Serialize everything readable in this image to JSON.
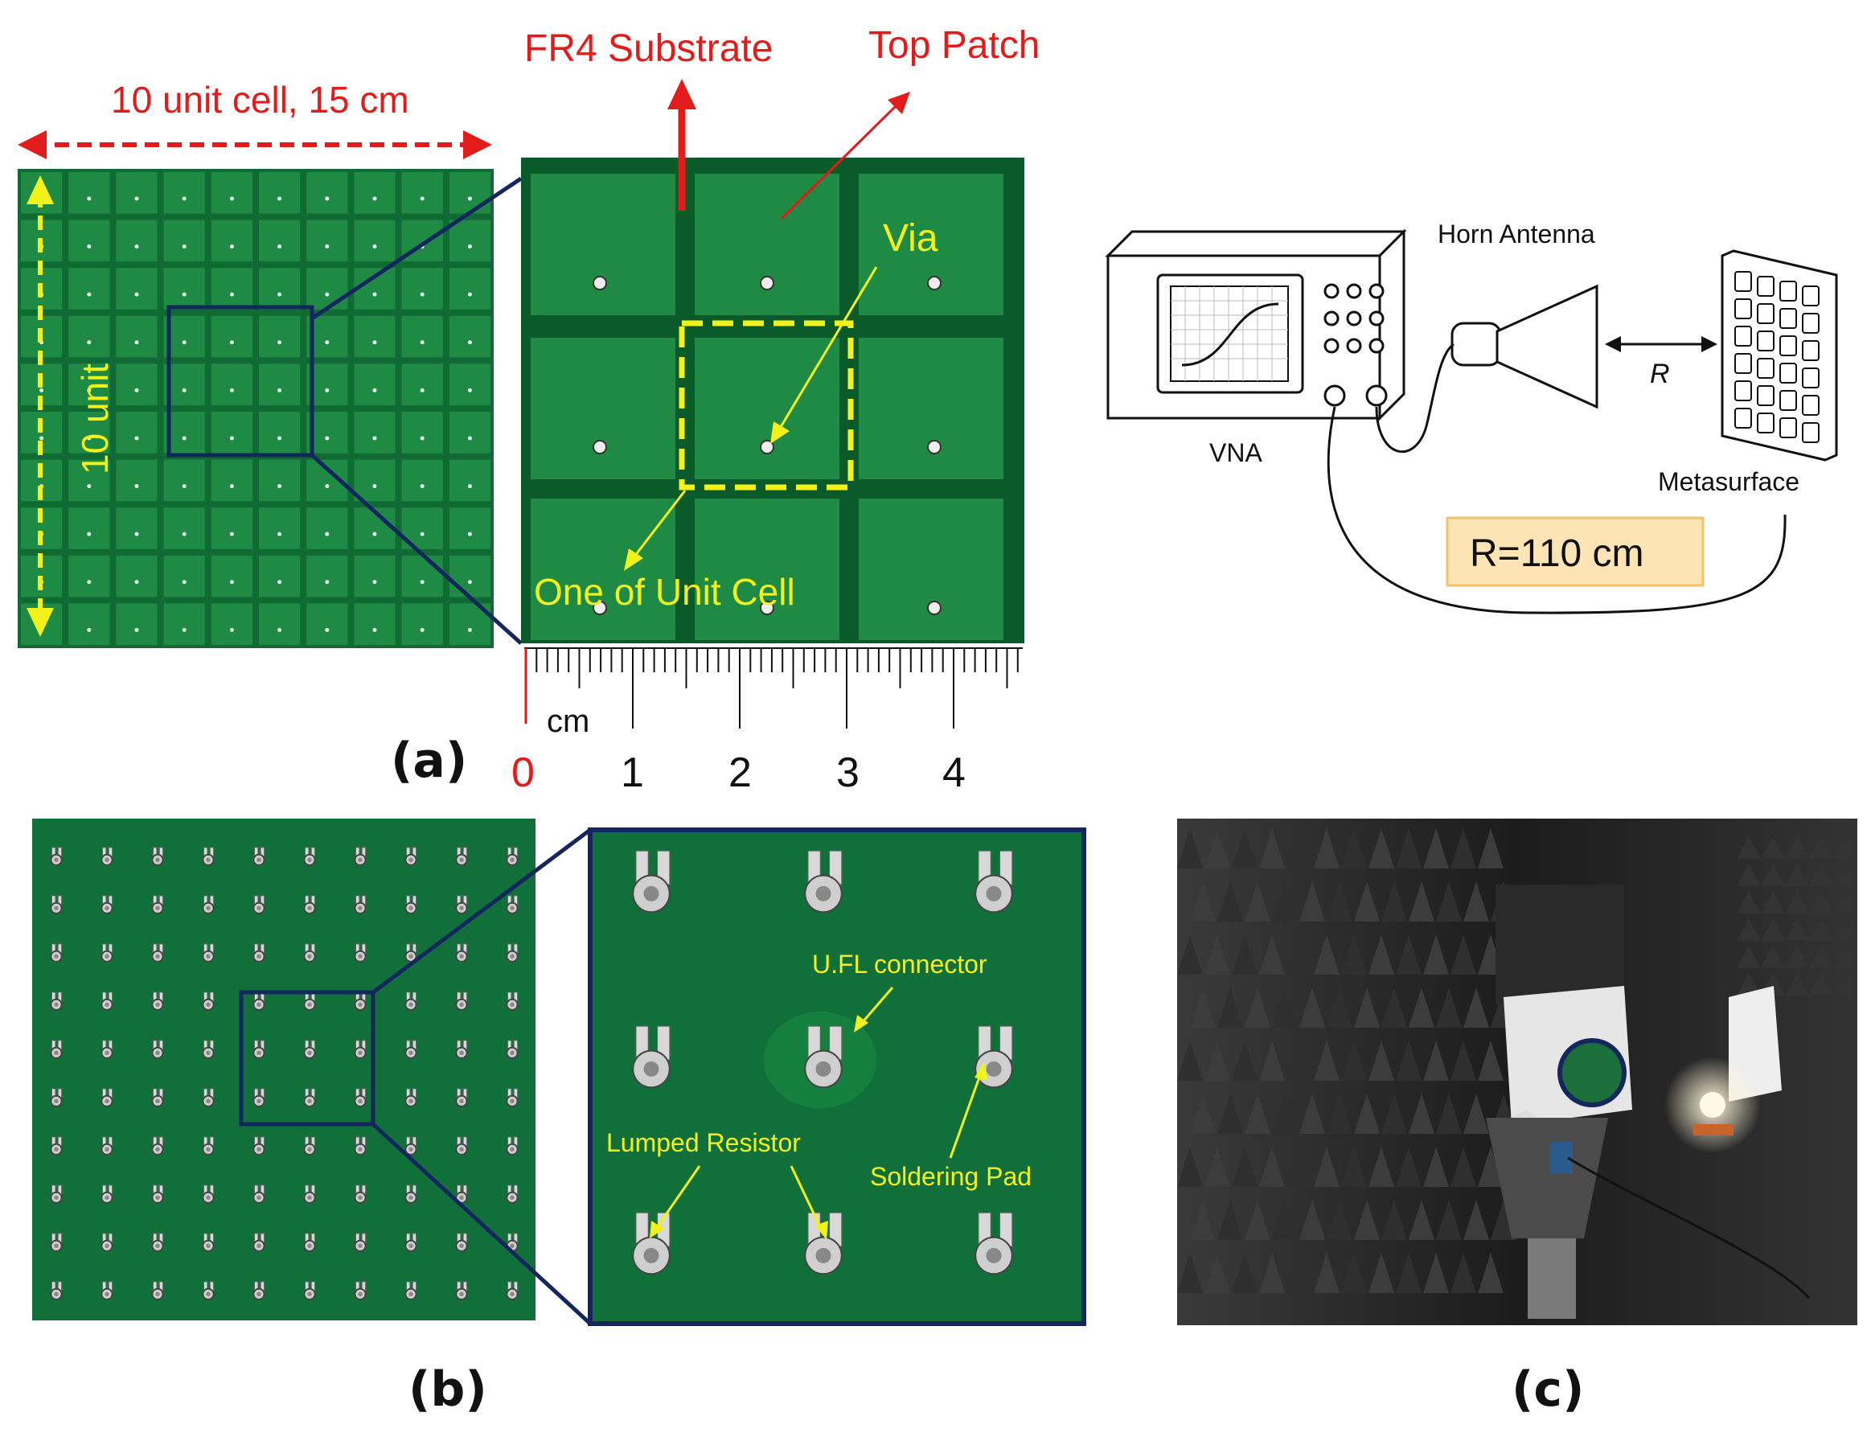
{
  "colors": {
    "board_green": "#0f6a33",
    "patch_green": "#1e8a44",
    "gap_green": "#0a5a2a",
    "pcb_b": "#11703a",
    "frame_navy": "#14265e",
    "label_red": "#e21b1b",
    "label_yellow": "#f2f21a",
    "ruler_red": "#e21b1b",
    "r_box_fill": "#fde4b4",
    "r_box_border": "#f2c26a",
    "chamber_dark": "#262626"
  },
  "panel_a": {
    "letter": "(a)",
    "width_label": "10 unit cell, 15 cm",
    "height_label": "10 unit",
    "fr4_label": "FR4 Substrate",
    "top_patch_label": "Top Patch",
    "via_label": "Via",
    "unit_cell_label": "One of Unit Cell",
    "ruler_unit": "cm",
    "ruler_ticks": [
      "0",
      "1",
      "2",
      "3",
      "4"
    ]
  },
  "panel_b": {
    "letter": "(b)",
    "connector_label": "U.FL connector",
    "resistor_label": "Lumped Resistor",
    "pad_label": "Soldering Pad"
  },
  "panel_c": {
    "letter": "(c)",
    "horn_label": "Horn Antenna",
    "vna_label": "VNA",
    "metasurface_label": "Metasurface",
    "r_symbol": "R",
    "distance_label": "R=110 cm"
  }
}
